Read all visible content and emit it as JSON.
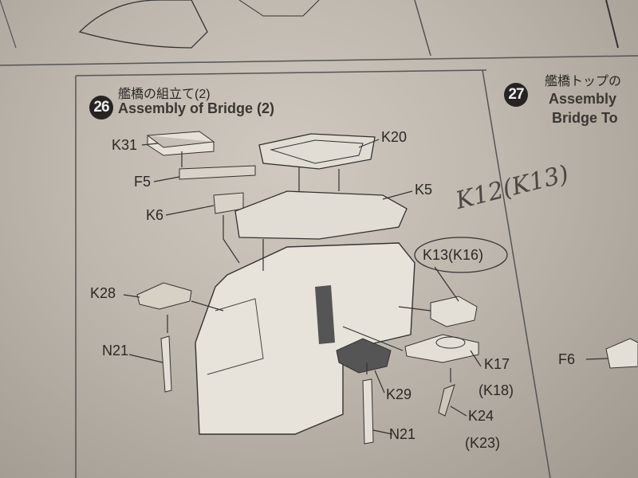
{
  "step26": {
    "number": "26",
    "title_jp": "艦橋の組立て(2)",
    "title_en": "Assembly of Bridge (2)"
  },
  "step27": {
    "number": "27",
    "title_jp": "艦橋トップの",
    "title_en_line1": "Assembly",
    "title_en_line2": "Bridge To"
  },
  "parts": [
    "K31",
    "F5",
    "K6",
    "K20",
    "K5",
    "K13(K16)",
    "K28",
    "N21",
    "K29",
    "K17",
    "(K18)",
    "K24",
    "(K23)",
    "N21",
    "F6"
  ],
  "handwritten_note": "K12(K13)"
}
